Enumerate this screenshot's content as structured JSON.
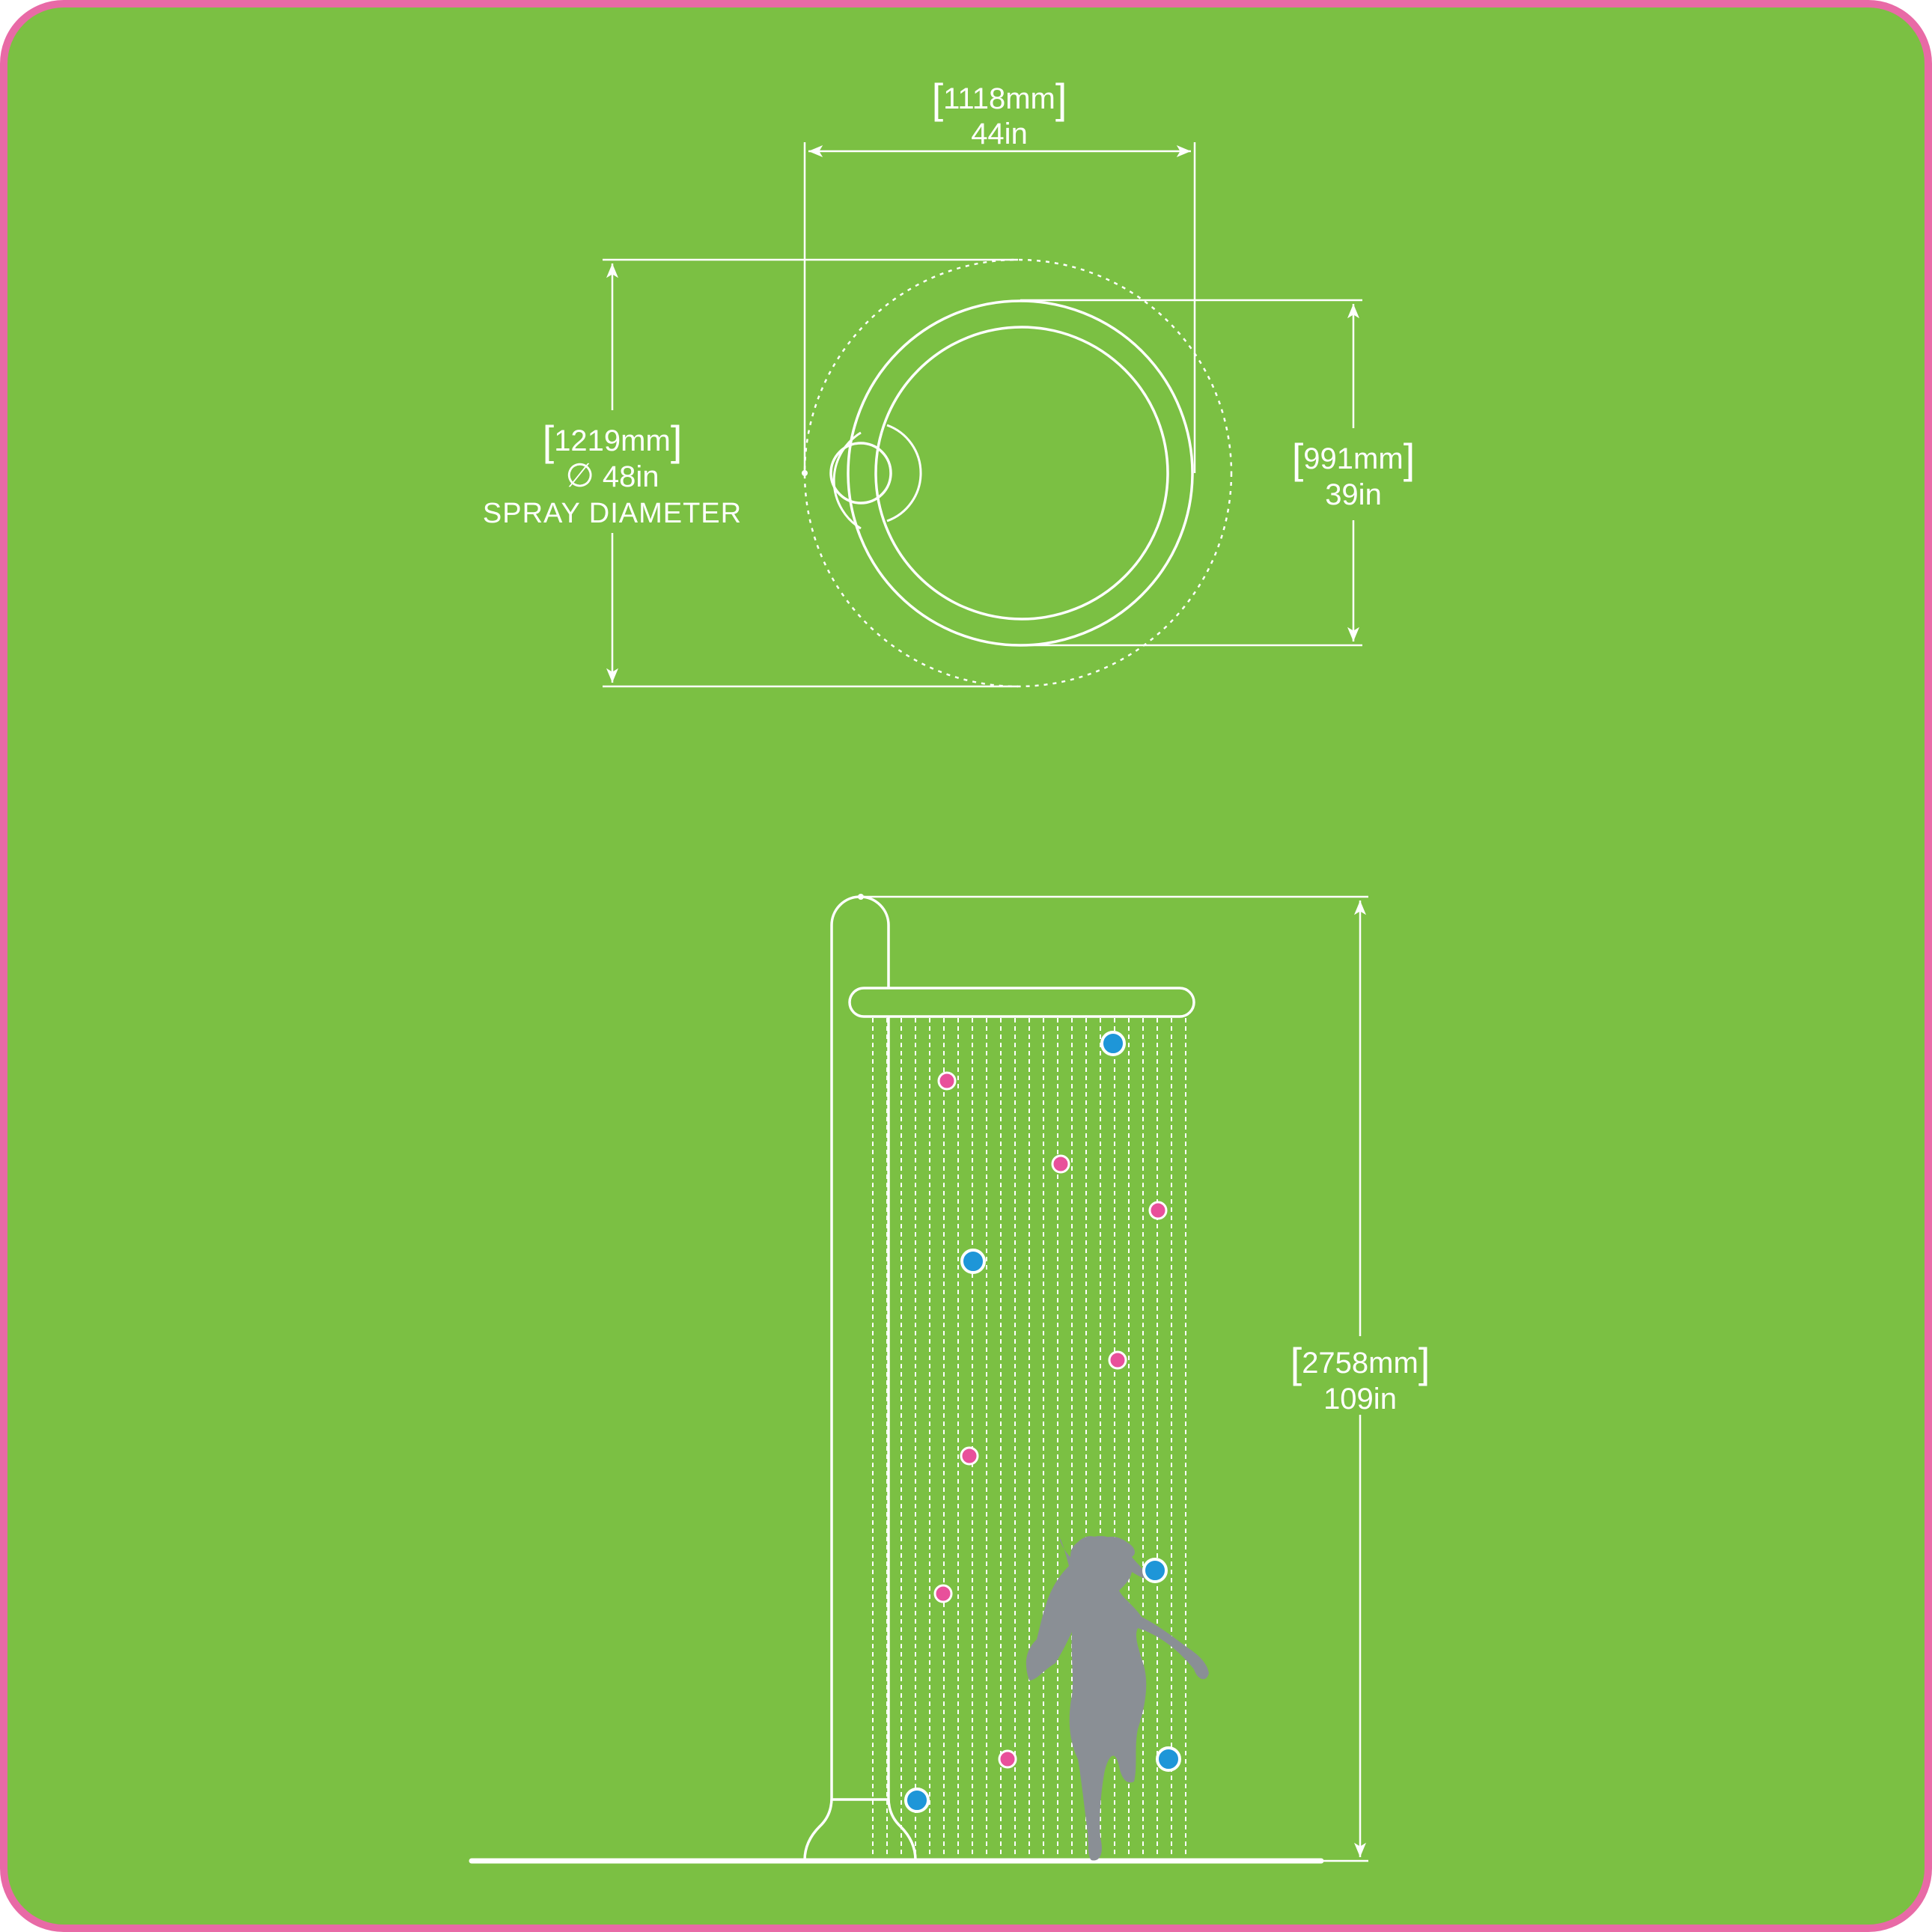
{
  "colors": {
    "background": "#7bc043",
    "border": "#e86aa6",
    "line": "#ffffff",
    "silhouette": "#8a8f95",
    "dot_pink": "#e8509b",
    "dot_blue": "#1e96d8"
  },
  "top_view": {
    "width_dim": {
      "metric": "1118mm",
      "imperial": "44in"
    },
    "spray_dim": {
      "metric": "1219mm",
      "imperial": "48in",
      "symbol": "∅",
      "label": "SPRAY DIAMETER"
    },
    "depth_dim": {
      "metric": "991mm",
      "imperial": "39in"
    }
  },
  "side_view": {
    "height_dim": {
      "metric": "2758mm",
      "imperial": "109in"
    },
    "figure_icon": "child-silhouette-icon",
    "droplets": [
      {
        "color": "blue"
      },
      {
        "color": "pink"
      },
      {
        "color": "pink"
      },
      {
        "color": "pink"
      },
      {
        "color": "blue"
      },
      {
        "color": "pink"
      },
      {
        "color": "pink"
      },
      {
        "color": "blue"
      },
      {
        "color": "pink"
      },
      {
        "color": "pink"
      },
      {
        "color": "blue"
      },
      {
        "color": "blue"
      }
    ]
  }
}
